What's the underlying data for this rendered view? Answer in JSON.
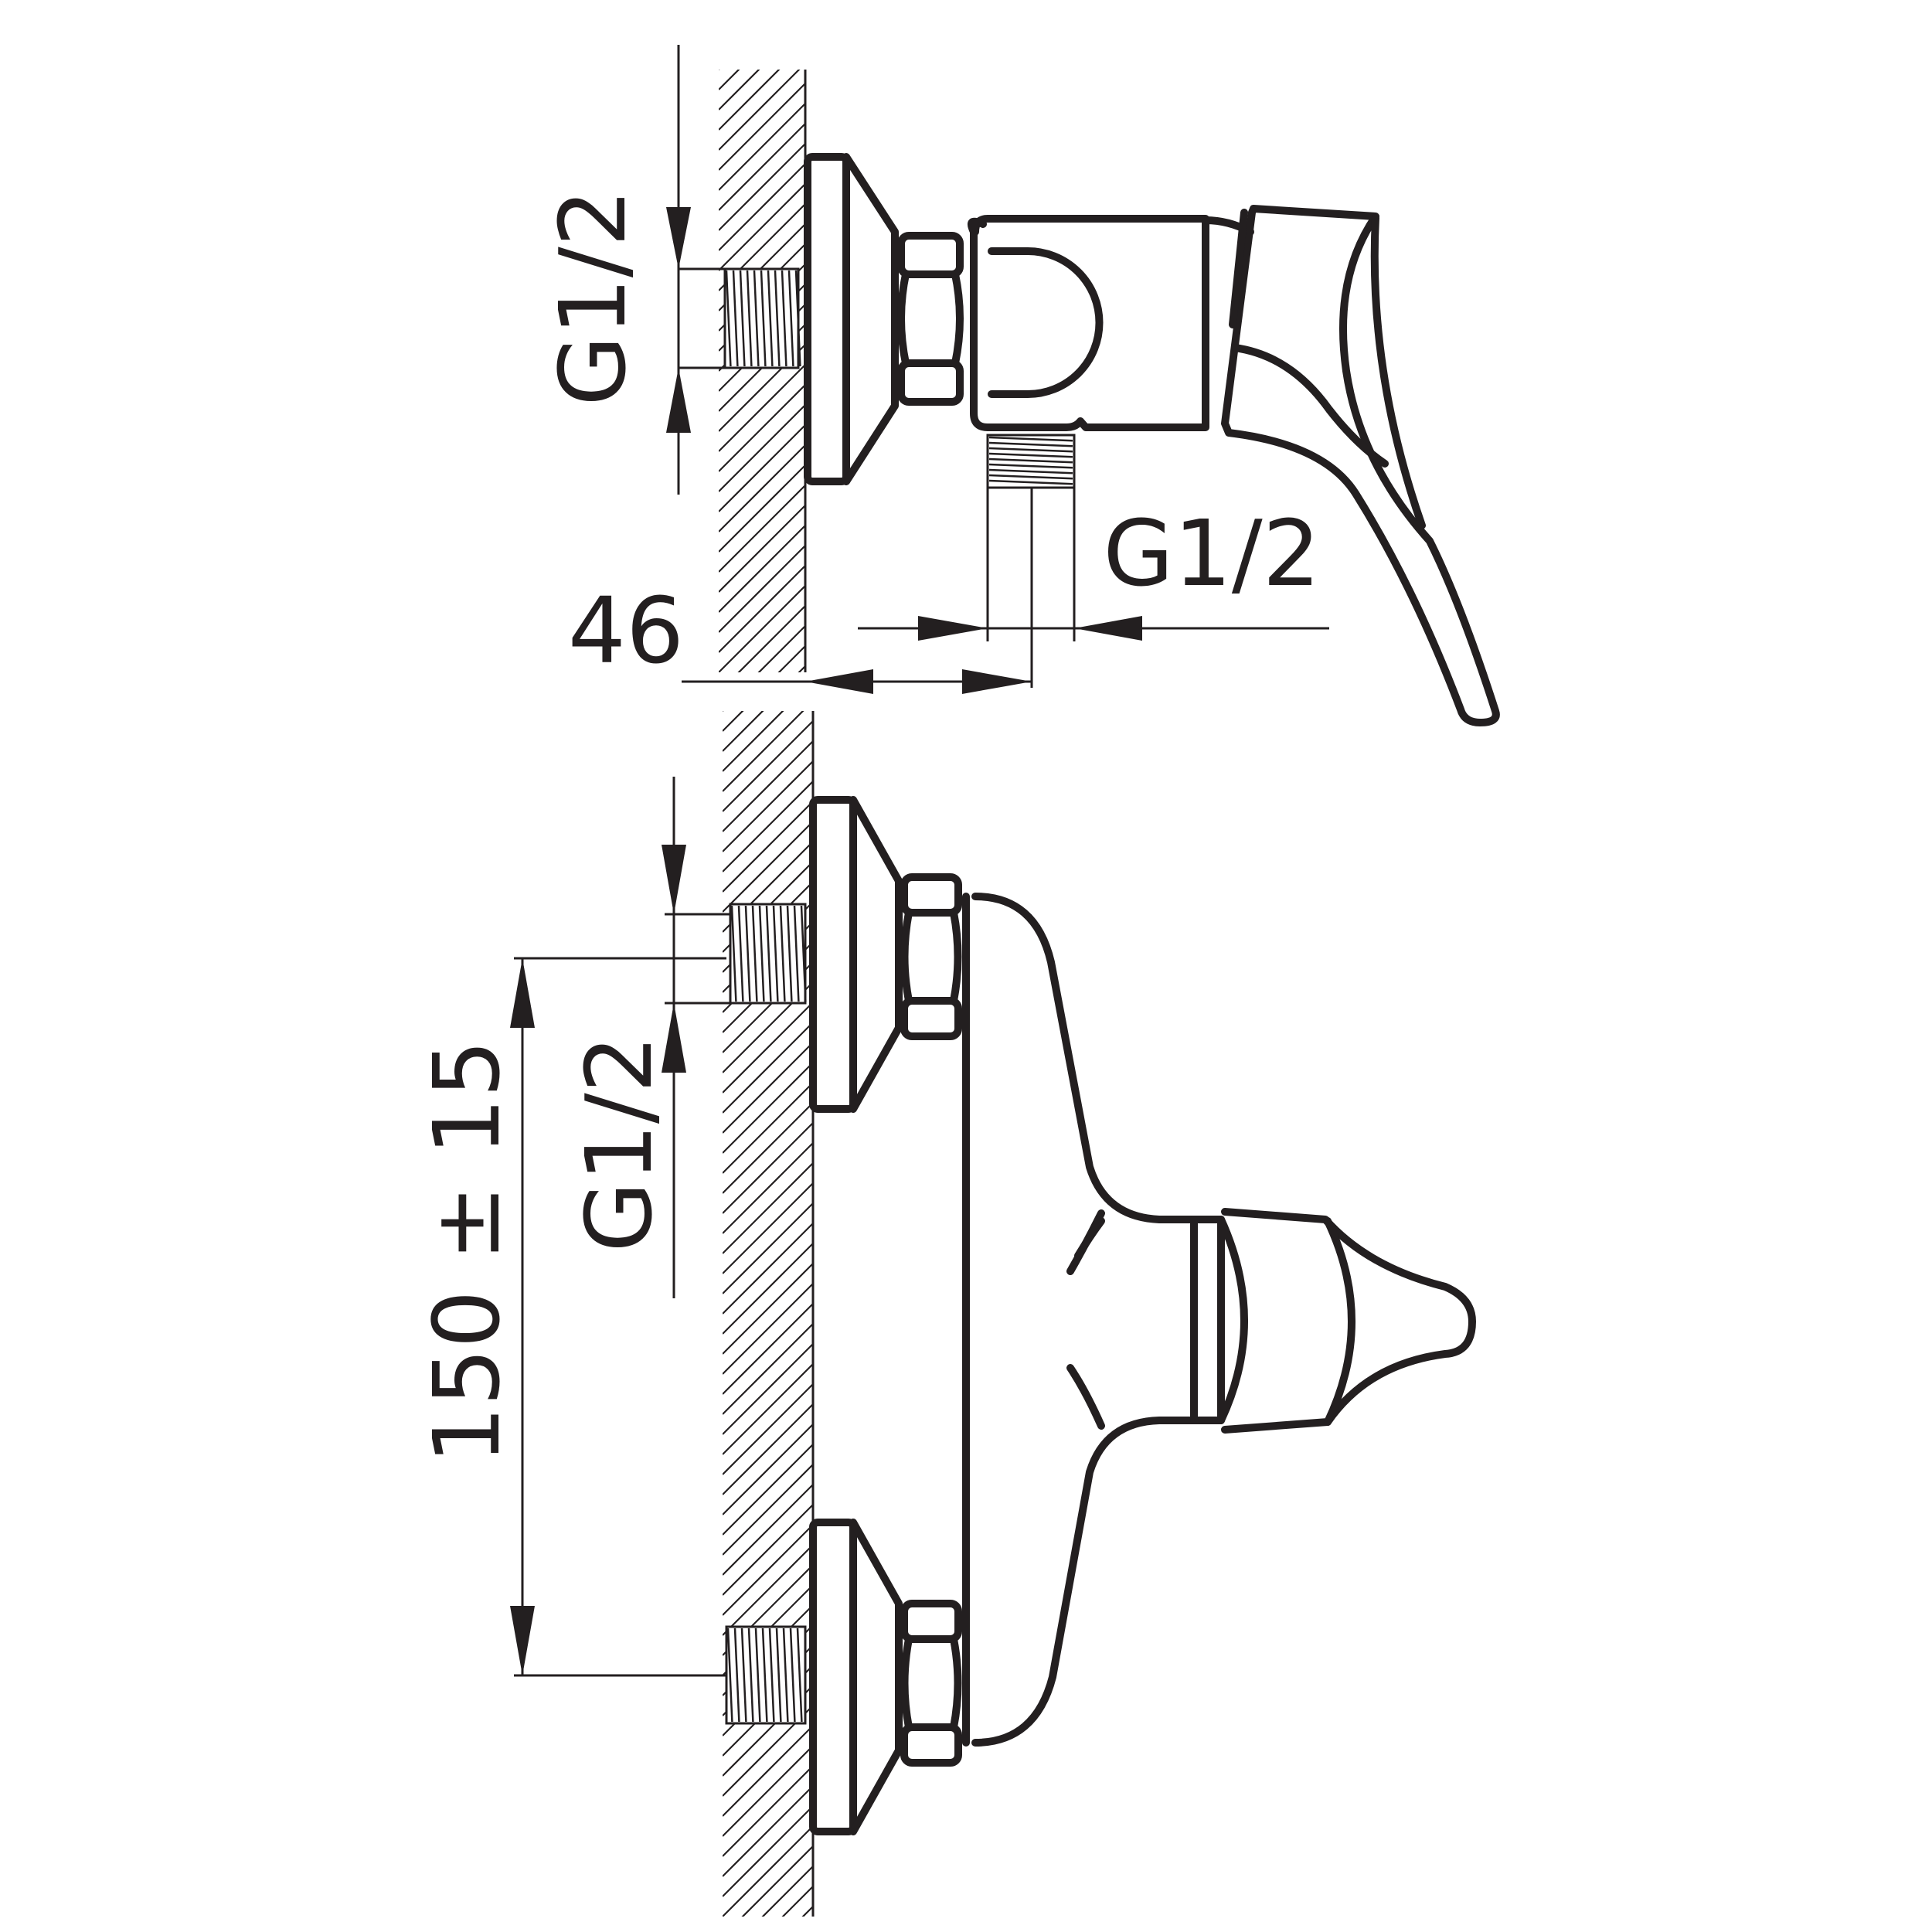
{
  "drawing": {
    "top_view": {
      "inlet_thread_label": "G1/2",
      "outlet_thread_label": "G1/2",
      "projection_dimension": "46"
    },
    "front_view": {
      "inlet_thread_label": "G1/2",
      "center_distance_label": "150 ± 15"
    },
    "colors": {
      "line": "#231f20",
      "background": "#ffffff"
    }
  }
}
